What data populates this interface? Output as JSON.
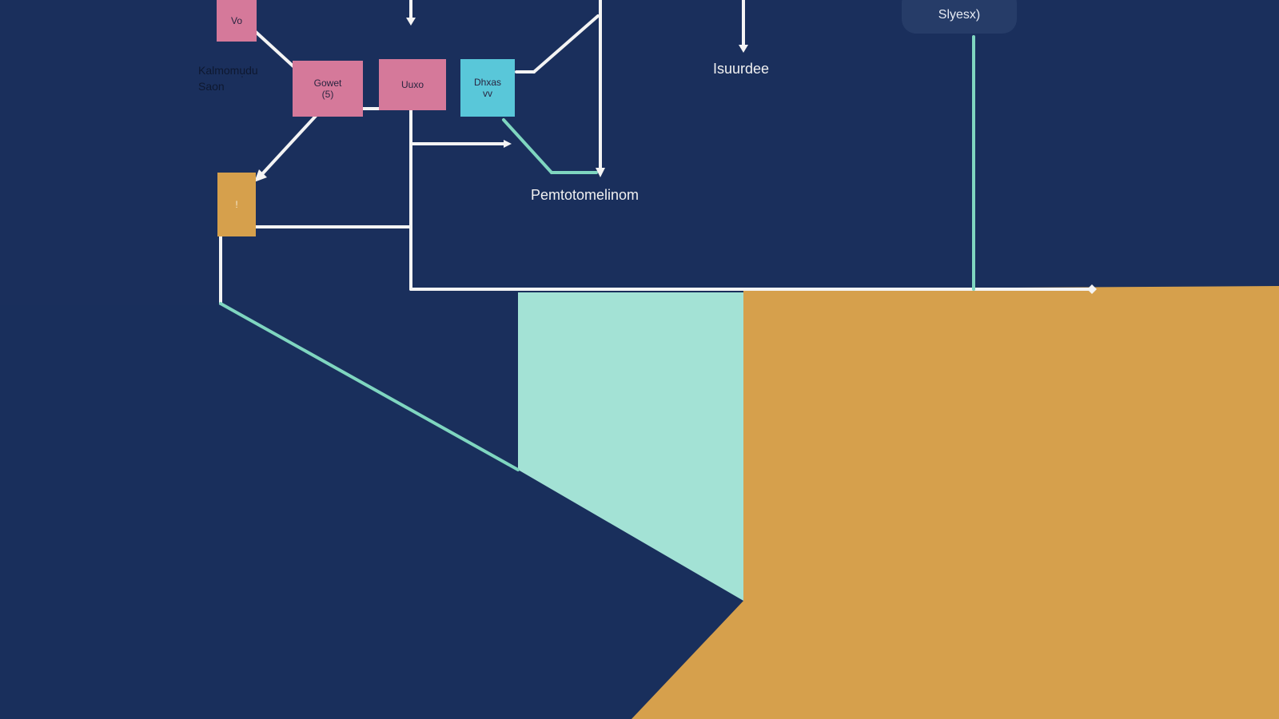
{
  "colors": {
    "background": "#1a2f5c",
    "pink": "#d5799a",
    "cyan": "#59c7d9",
    "mustard": "#d6a04c",
    "mint": "#a3e2d5",
    "connector": "#f4f4f4",
    "teal_connector": "#7fd6c0"
  },
  "nodes": {
    "top_left": {
      "label": "Vo"
    },
    "middle_pink": {
      "line1": "Gowet",
      "line2": "(5)"
    },
    "right_pink": {
      "label": "Uuxo"
    },
    "cyan": {
      "line1": "Dhxas",
      "line2": "vv"
    },
    "mustard": {
      "label": "!"
    }
  },
  "labels": {
    "left_annotation_line1": "Kalmomudu",
    "left_annotation_line2": "Saon",
    "left_annotation_tick": "'",
    "middle": "Pemtotomelinom",
    "top_center": "Isuurdee",
    "pill": "Slyesx)"
  }
}
